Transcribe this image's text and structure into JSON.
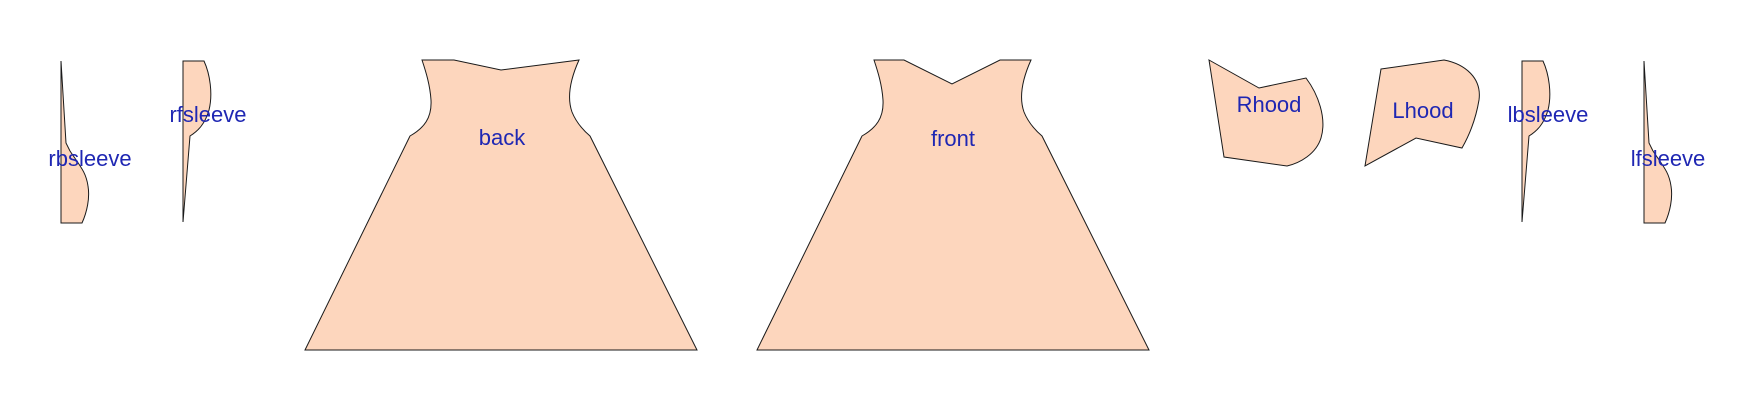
{
  "colors": {
    "fill": "#fdd6bd",
    "stroke": "#1a1a1a",
    "label": "#1f27b3",
    "background": "#ffffff"
  },
  "pieces": {
    "rbsleeve": {
      "label": "rbsleeve"
    },
    "rfsleeve": {
      "label": "rfsleeve"
    },
    "back": {
      "label": "back"
    },
    "front": {
      "label": "front"
    },
    "rhood": {
      "label": "Rhood"
    },
    "lhood": {
      "label": "Lhood"
    },
    "lbsleeve": {
      "label": "lbsleeve"
    },
    "lfsleeve": {
      "label": "lfsleeve"
    }
  }
}
